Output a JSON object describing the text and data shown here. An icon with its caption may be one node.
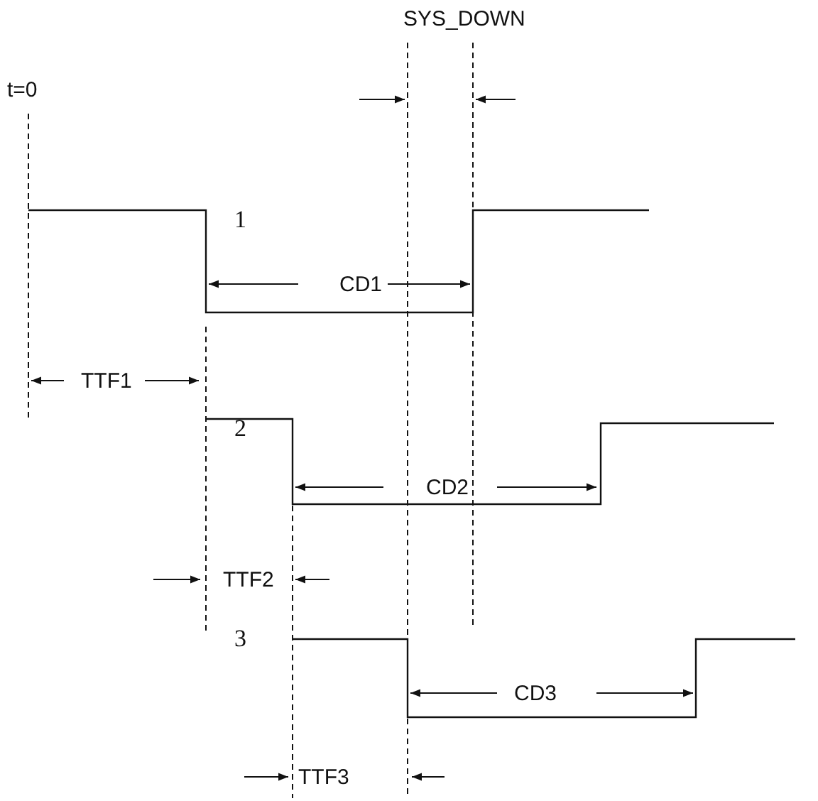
{
  "diagram": {
    "labels": [
      "SYS_DOWN",
      "t=0",
      "1",
      "CD1",
      "TTF1",
      "2",
      "CD2",
      "TTF2",
      "3",
      "CD3",
      "TTF3"
    ]
  }
}
